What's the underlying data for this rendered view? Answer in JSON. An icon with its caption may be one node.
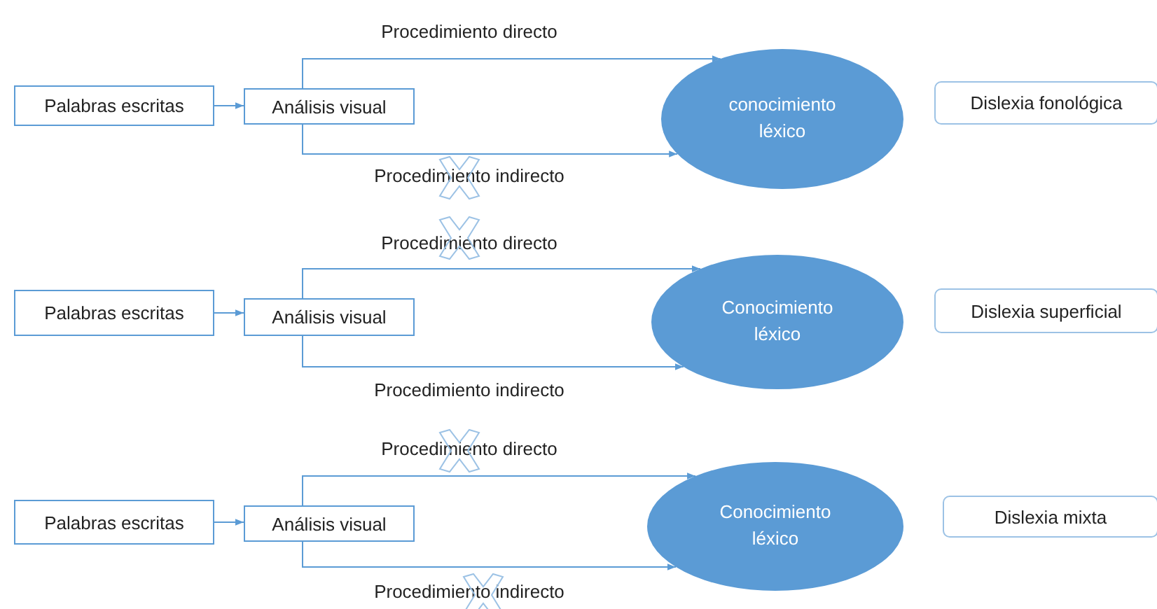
{
  "diagram": {
    "nodes": [
      {
        "text": [
          "Palabras escritas"
        ]
      },
      {
        "text": [
          "Análisis visual"
        ]
      },
      {
        "text": [
          "conocimiento léxico"
        ]
      },
      {
        "text": [
          "Dislexia fonológica"
        ]
      },
      {
        "text": [
          "Palabras escritas"
        ]
      },
      {
        "text": [
          "Análisis visual"
        ]
      },
      {
        "text": [
          "Conocimiento léxico"
        ]
      },
      {
        "text": [
          "Dislexia superficial"
        ]
      },
      {
        "text": [
          "Palabras escritas"
        ]
      },
      {
        "text": [
          "Análisis visual"
        ]
      },
      {
        "text": [
          "Conocimiento léxico"
        ]
      },
      {
        "text": [
          "Dislexia mixta"
        ]
      }
    ],
    "edges": [
      {
        "from": 0,
        "to": 1,
        "arrow": "to"
      },
      {
        "from": 1,
        "to": 2,
        "arrow": "to",
        "label": "Procedimiento directo"
      },
      {
        "from": 1,
        "to": 2,
        "arrow": "to",
        "label": "Procedimiento indirecto"
      },
      {
        "from": 4,
        "to": 5,
        "arrow": "to"
      },
      {
        "from": 5,
        "to": 6,
        "arrow": "to",
        "label": "Procedimiento directo"
      },
      {
        "from": 5,
        "to": 6,
        "arrow": "to",
        "label": "Procedimiento indirecto"
      },
      {
        "from": 8,
        "to": 9,
        "arrow": "to"
      },
      {
        "from": 9,
        "to": 10,
        "arrow": "to",
        "label": "Procedimiento directo"
      },
      {
        "from": 9,
        "to": 10,
        "arrow": "to",
        "label": "Procedimiento indirecto"
      }
    ]
  }
}
